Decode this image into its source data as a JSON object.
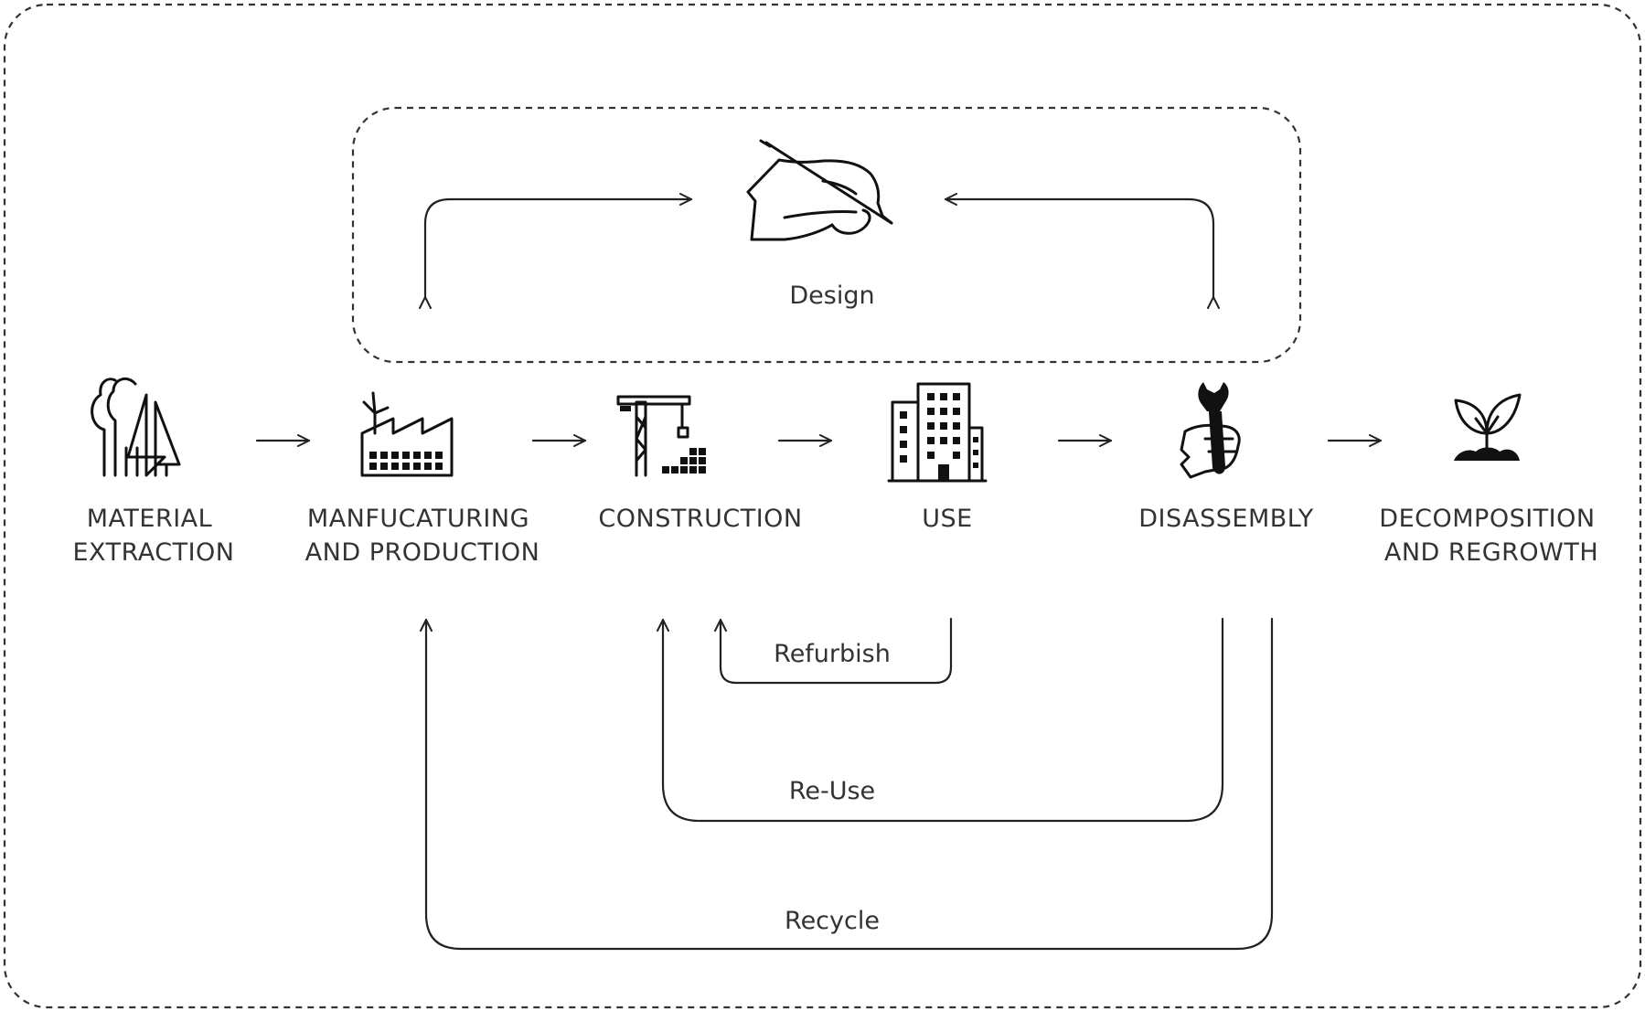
{
  "design": {
    "label": "Design",
    "icon": "hand-drawing-icon"
  },
  "stages": [
    {
      "id": "material-extraction",
      "lines": [
        "MATERIAL",
        "EXTRACTION"
      ],
      "icon": "trees-icon"
    },
    {
      "id": "manufacturing",
      "lines": [
        "MANFUCATURING",
        "AND PRODUCTION"
      ],
      "icon": "factory-icon"
    },
    {
      "id": "construction",
      "lines": [
        "CONSTRUCTION"
      ],
      "icon": "crane-icon"
    },
    {
      "id": "use",
      "lines": [
        "USE"
      ],
      "icon": "building-icon"
    },
    {
      "id": "disassembly",
      "lines": [
        "DISASSEMBLY"
      ],
      "icon": "wrench-hand-icon"
    },
    {
      "id": "decomposition",
      "lines": [
        "DECOMPOSITION",
        "AND REGROWTH"
      ],
      "icon": "sprout-icon"
    }
  ],
  "loops": {
    "refurbish": "Refurbish",
    "reuse": "Re-Use",
    "recycle": "Recycle"
  }
}
